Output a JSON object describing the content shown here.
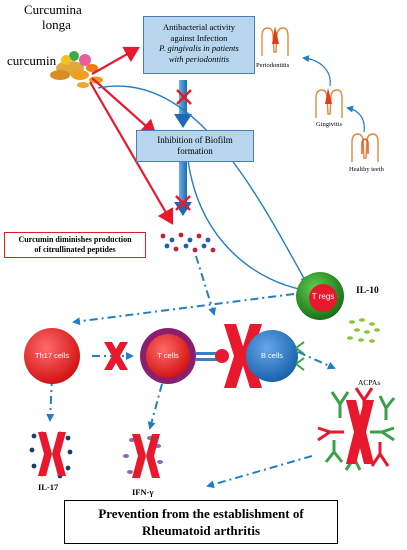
{
  "diagram": {
    "plant": {
      "name_line1": "Curcumina",
      "name_line2": "longa",
      "compound": "curcumin"
    },
    "boxes": {
      "antibacterial_line1": "Antibacterial activity",
      "antibacterial_line2": "against Infection",
      "antibacterial_line3": "P. gingivalis in patients",
      "antibacterial_line4": "with periodontitis",
      "biofilm_line1": "Inhibition of Biofilm",
      "biofilm_line2": "formation",
      "citrullinated_line1": "Curcumin diminishes production",
      "citrullinated_line2": "of citrullinated peptides",
      "outcome_line1": "Prevention from the establishment of",
      "outcome_line2": "Rheumatoid arthritis"
    },
    "teeth": {
      "periodontitis": "Periodontitis",
      "gingivitis": "Gingivitis",
      "healthy": "Healthy teeth"
    },
    "cells": {
      "tregs": "T regs",
      "th17": "Th17 cells",
      "tcells": "T cells",
      "bcells": "B cells"
    },
    "cytokines": {
      "il10": "IL-10",
      "il17": "IL-17",
      "ifng": "IFN-γ"
    },
    "antibodies": {
      "acpas": "ACPAs"
    },
    "colors": {
      "arrow_red": "#e8192c",
      "arrow_blue": "#1f7fc6",
      "box_fill": "#b7d6ee",
      "treg_green": "#1f8a1f",
      "th17_red": "#ee1c1c",
      "tcell_purple": "#8a1f6e",
      "bcell_blue": "#1f72c4"
    }
  }
}
